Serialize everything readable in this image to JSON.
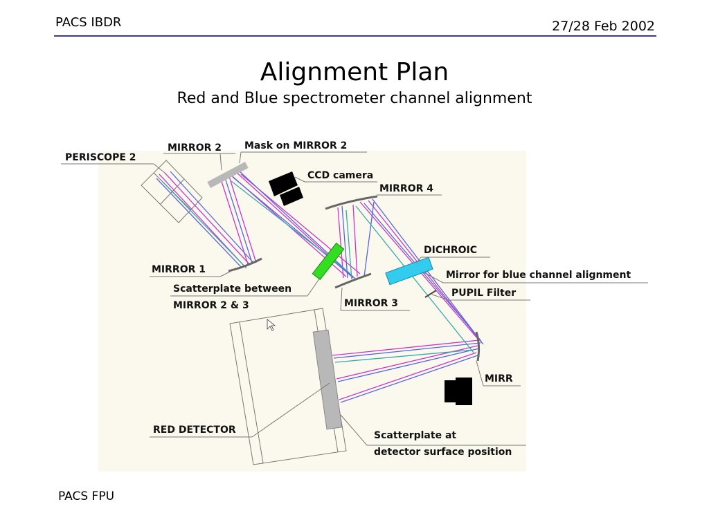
{
  "header": {
    "left": "PACS IBDR",
    "right": "27/28 Feb 2002"
  },
  "title": "Alignment Plan",
  "subtitle": "Red and Blue spectrometer channel alignment",
  "footer": "PACS FPU",
  "diagram": {
    "labels": {
      "periscope2": "PERISCOPE 2",
      "mirror2": "MIRROR 2",
      "mask_mirror2": "Mask on MIRROR 2",
      "ccd_camera": "CCD camera",
      "mirror4": "MIRROR 4",
      "dichroic": "DICHROIC",
      "mirror_blue": "Mirror for blue channel alignment",
      "pupil_filter": "PUPIL Filter",
      "mirror1": "MIRROR 1",
      "scatter_between_1": "Scatterplate between",
      "scatter_between_2": "MIRROR 2 & 3",
      "mirror3": "MIRROR 3",
      "mirr": "MIRR",
      "red_detector": "RED DETECTOR",
      "scatter_detector_1": "Scatterplate at",
      "scatter_detector_2": "detector surface position"
    },
    "colors": {
      "background": "#fbf9ed",
      "scatterplate_green": "#33dd22",
      "blue_mirror": "#33ccee",
      "ray_magenta": "#cc33cc",
      "ray_blue": "#5566dd",
      "ray_teal": "#33aaaa",
      "plate_grey": "#b8b8b8"
    }
  }
}
